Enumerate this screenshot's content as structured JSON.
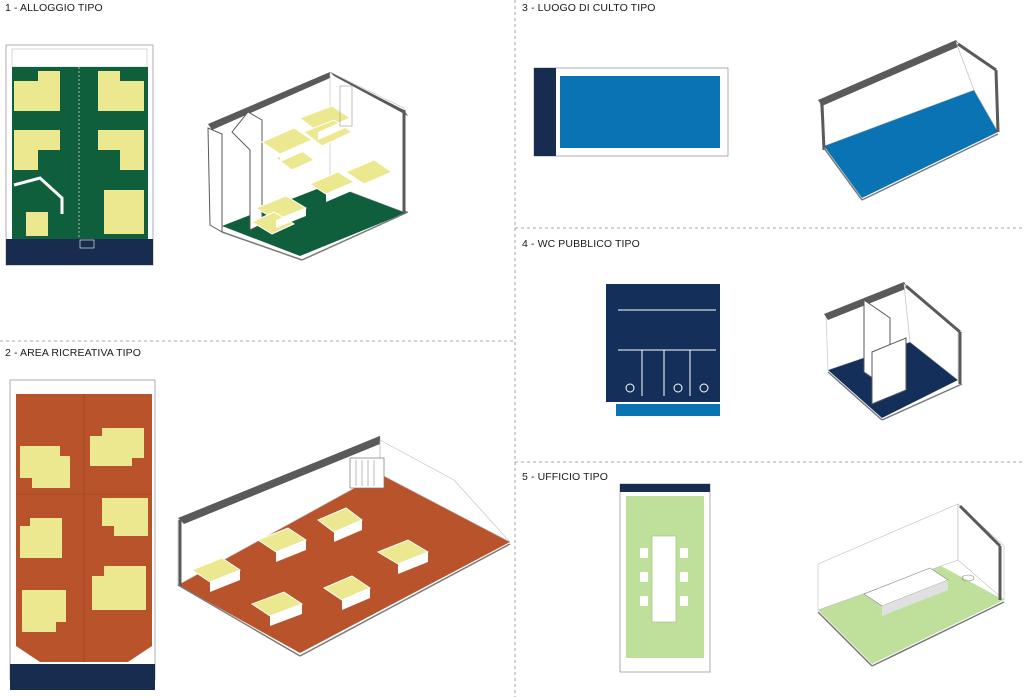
{
  "panels": [
    {
      "id": "alloggio",
      "title": "1 - ALLOGGIO TIPO"
    },
    {
      "id": "area_ricreativa",
      "title": "2 - AREA RICREATIVA TIPO"
    },
    {
      "id": "luogo_culto",
      "title": "3 - LUOGO DI CULTO TIPO"
    },
    {
      "id": "wc_pubblico",
      "title": "4 - WC PUBBLICO TIPO"
    },
    {
      "id": "ufficio",
      "title": "5 - UFFICIO TIPO"
    }
  ],
  "colors": {
    "alloggio_floor": "#0f5e3c",
    "furniture": "#ece88f",
    "ricreativa_floor": "#b8532b",
    "culto_floor": "#0a73b4",
    "wc_floor": "#14305a",
    "ufficio_floor": "#bfe09a",
    "corridor": "#172c4e",
    "wall": "#5a5a5a",
    "line": "#9a9a9a"
  }
}
